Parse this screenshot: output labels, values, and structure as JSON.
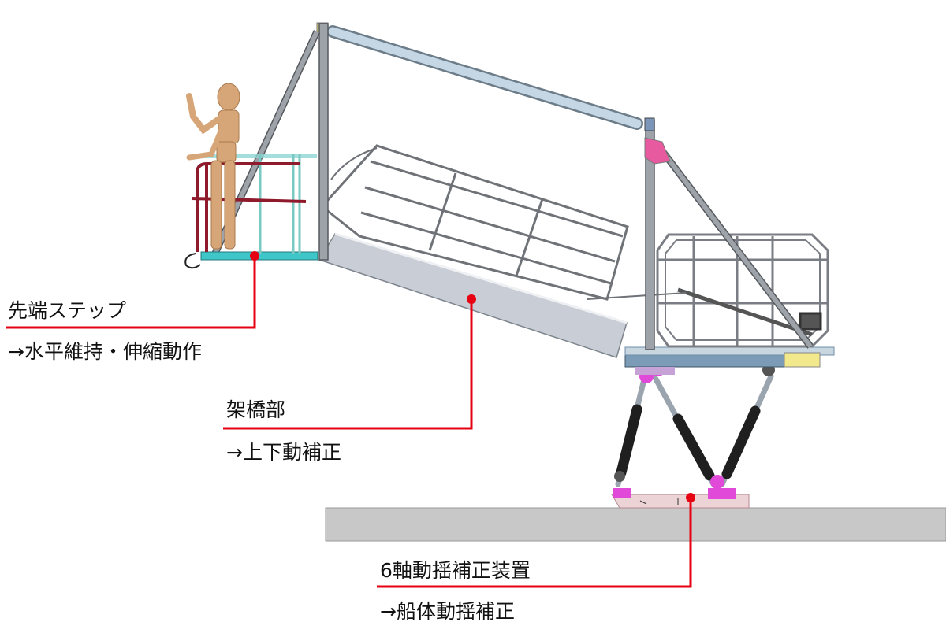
{
  "labels": {
    "step": {
      "title": "先端ステップ",
      "desc": "→水平維持・伸縮動作"
    },
    "bridge": {
      "title": "架橋部",
      "desc": "→上下動補正"
    },
    "motion": {
      "title": "6軸動揺補正装置",
      "desc": "→船体動揺補正"
    }
  },
  "colors": {
    "leader": "#e60012",
    "frame": "#8a8e94",
    "frame_dark": "#55595e",
    "rail": "#6f7378",
    "strut": "#a9bccd",
    "deck": "#b9bec6",
    "step_platform": "#3fc6c8",
    "red_rail": "#8e1a2c",
    "mannequin": "#d7a678",
    "ground": "#c8c8c8",
    "actuator": "#222222",
    "joint": "#e14ad9",
    "base_pad": "#e8c8cc",
    "top_base": "#6f8fa8"
  },
  "icons": [
    "mannequin-figure",
    "step-platform",
    "gangway-bridge",
    "handrail",
    "support-mast",
    "tension-strut",
    "cabin-cage",
    "hexapod-actuators",
    "base-plate",
    "ground-surface"
  ]
}
